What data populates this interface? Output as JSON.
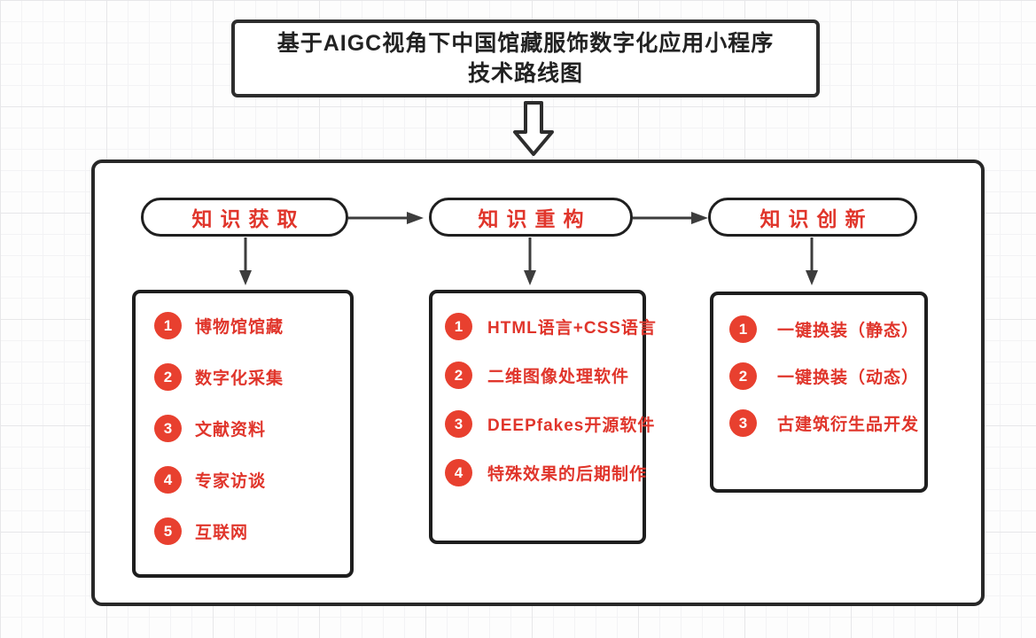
{
  "title": {
    "line1": "基于AIGC视角下中国馆藏服饰数字化应用小程序",
    "line2": "技术路线图"
  },
  "colors": {
    "accent_red": "#e8402f",
    "text_red": "#e0352b",
    "border_dark": "#282828",
    "arrow_gray": "#3d3d3d",
    "background_paper": "#fdfdfd"
  },
  "icons": {
    "big_down_arrow": "hollow-down-arrow",
    "stage_arrow_right": "solid-right-arrow",
    "stage_arrow_down": "solid-down-arrow"
  },
  "flow": {
    "stages": [
      {
        "header": "知识获取",
        "items": [
          {
            "num": "1",
            "label": "博物馆馆藏"
          },
          {
            "num": "2",
            "label": "数字化采集"
          },
          {
            "num": "3",
            "label": "文献资料"
          },
          {
            "num": "4",
            "label": "专家访谈"
          },
          {
            "num": "5",
            "label": "互联网"
          }
        ]
      },
      {
        "header": "知识重构",
        "items": [
          {
            "num": "1",
            "label": "HTML语言+CSS语言"
          },
          {
            "num": "2",
            "label": "二维图像处理软件"
          },
          {
            "num": "3",
            "label": "DEEPfakes开源软件"
          },
          {
            "num": "4",
            "label": "特殊效果的后期制作"
          }
        ]
      },
      {
        "header": "知识创新",
        "items": [
          {
            "num": "1",
            "label": "一键换装（静态）"
          },
          {
            "num": "2",
            "label": "一键换装（动态）"
          },
          {
            "num": "3",
            "label": "古建筑衍生品开发"
          }
        ]
      }
    ]
  }
}
